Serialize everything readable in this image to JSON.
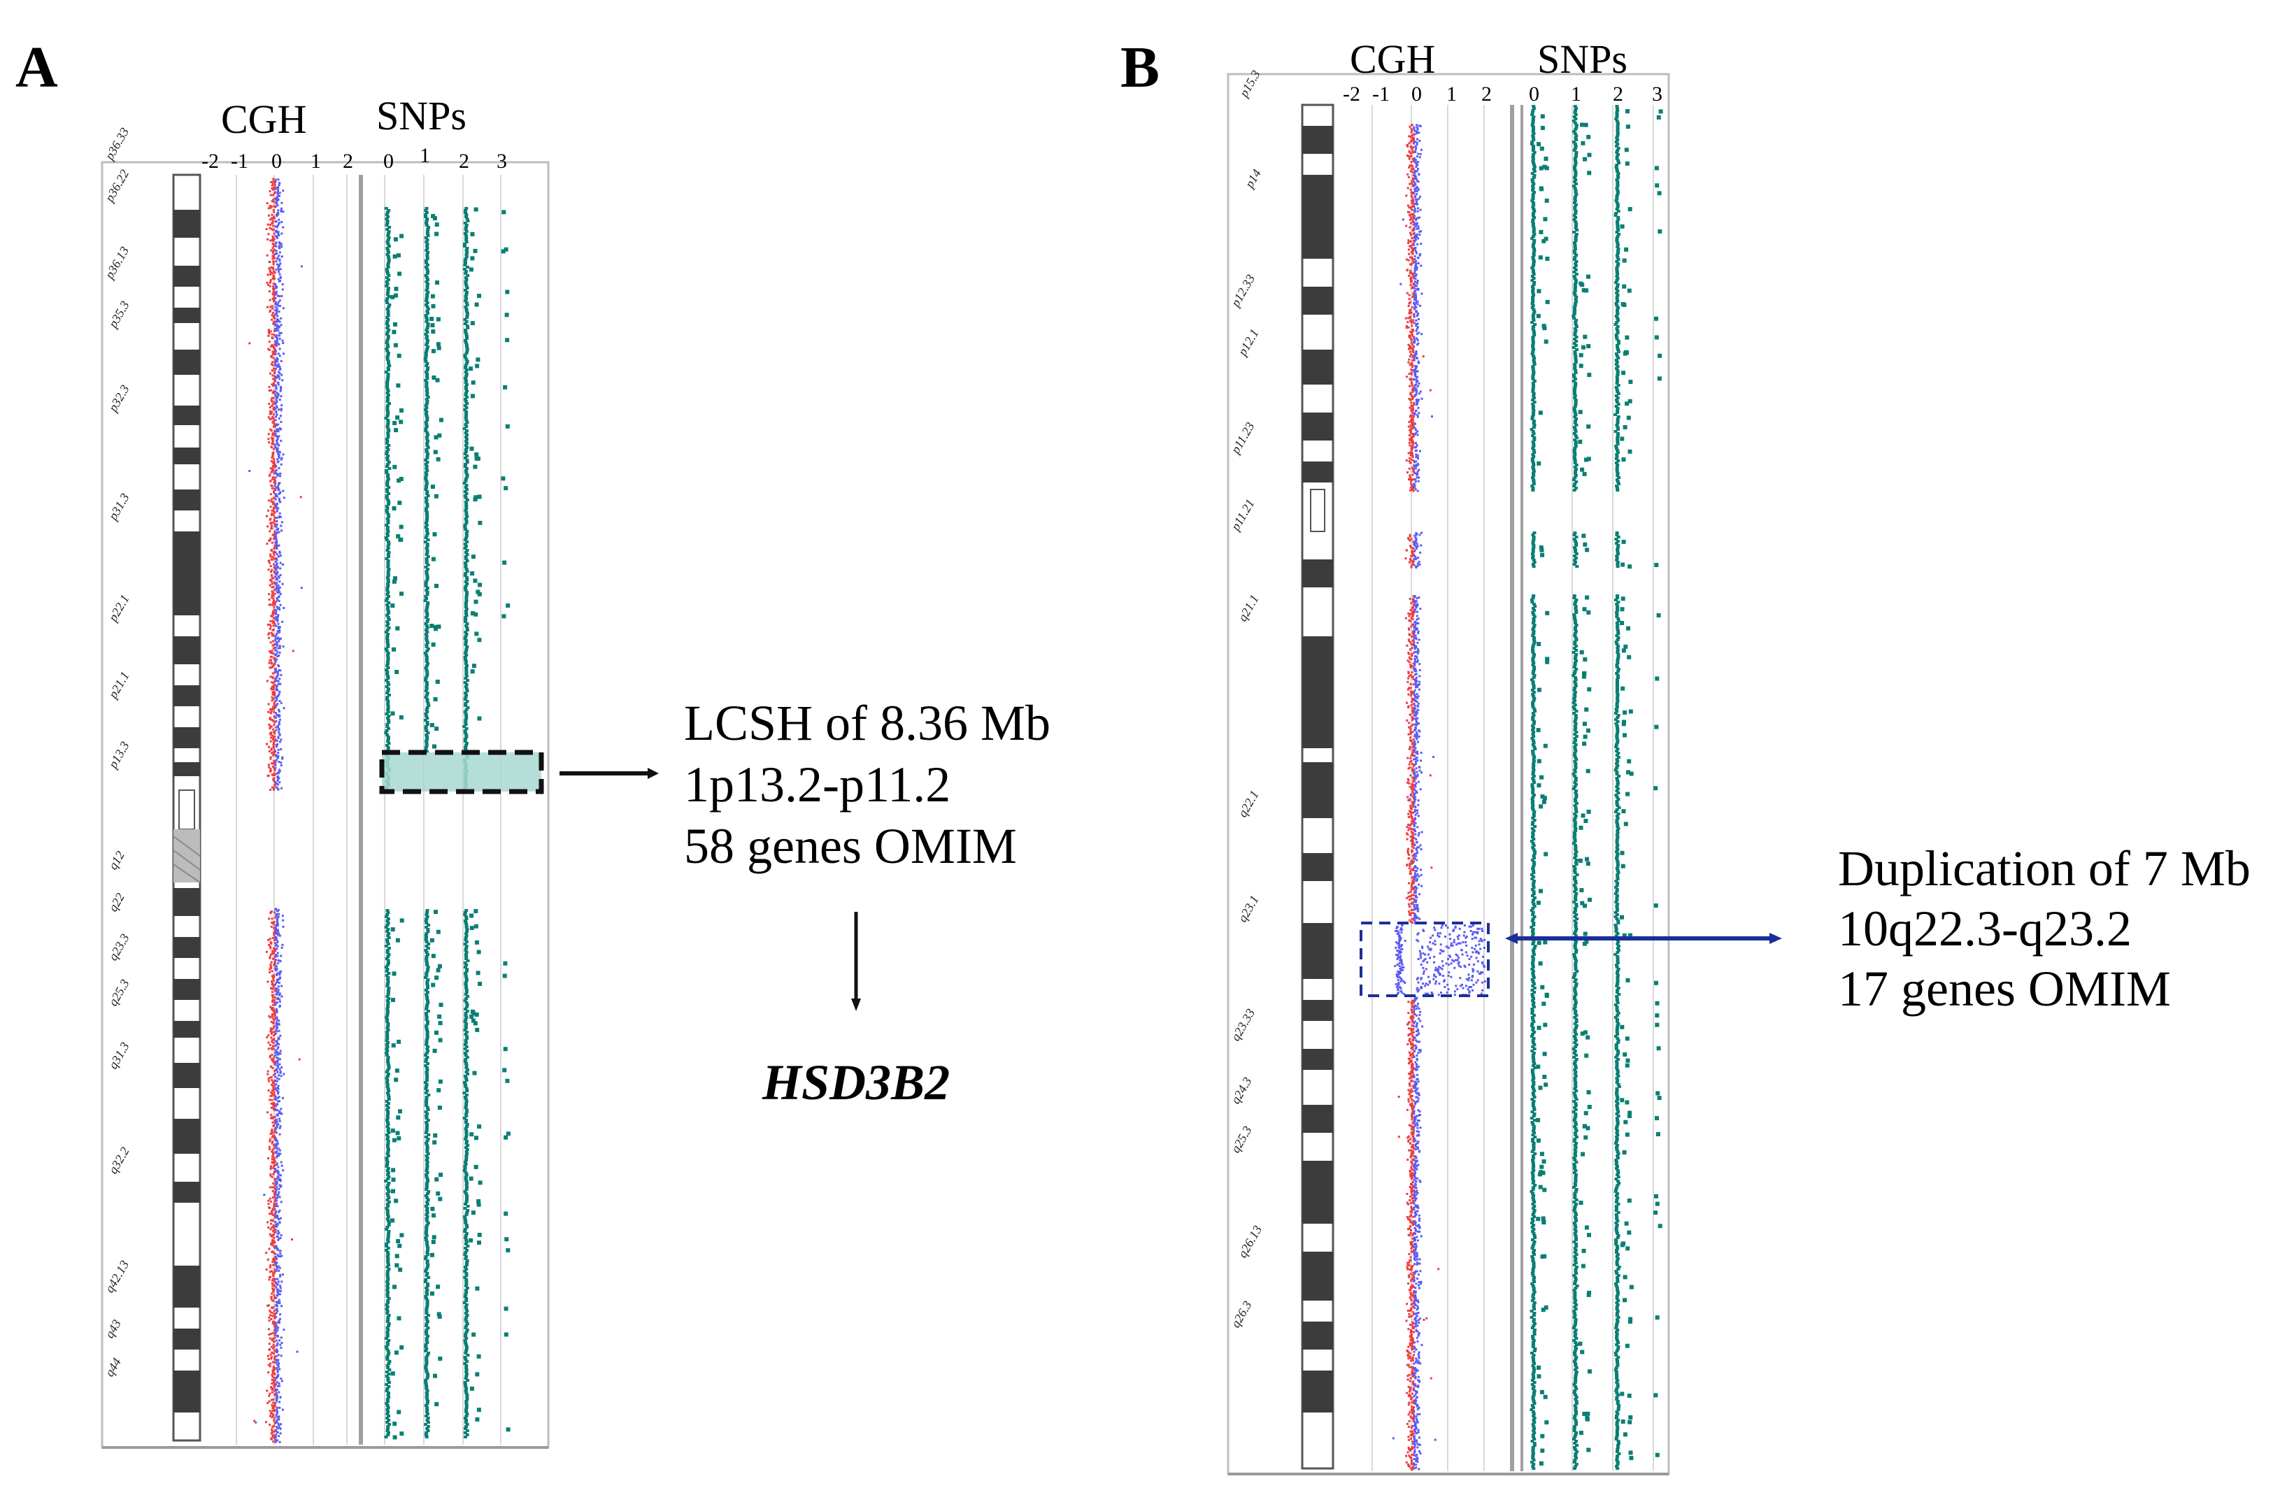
{
  "colors": {
    "cgh_loss": "#f23b3b",
    "cgh_gain": "#5b5bf5",
    "snp": "#0a7f74",
    "lcsh_box": "#a8d8d2",
    "arrow_blue": "#1a2f9a",
    "ideogram_dark": "#3c3c3c"
  },
  "panels": [
    {
      "id": "A",
      "letter": "A",
      "cgh_header": "CGH",
      "snp_header": "SNPs",
      "cgh_ticks": [
        "-2",
        "-1",
        "0",
        "1",
        "2"
      ],
      "snp_ticks": [
        "0",
        "1",
        "2",
        "3"
      ],
      "bands": [
        "p36.33",
        "p36.22",
        "p36.13",
        "p35.3",
        "p32.3",
        "p31.3",
        "p22.1",
        "p21.1",
        "p13.3",
        "q12",
        "q22",
        "q23.3",
        "q25.3",
        "q31.3",
        "q32.2",
        "q42.13",
        "q43",
        "q44"
      ],
      "annotation": {
        "lines": [
          "LCSH of 8.36 Mb",
          "1p13.2-p11.2",
          "58 genes OMIM"
        ],
        "gene": "HSD3B2",
        "icon": "right-arrow-icon"
      }
    },
    {
      "id": "B",
      "letter": "B",
      "cgh_header": "CGH",
      "snp_header": "SNPs",
      "cgh_ticks": [
        "-2",
        "-1",
        "0",
        "1",
        "2"
      ],
      "snp_ticks": [
        "0",
        "1",
        "2",
        "3"
      ],
      "bands": [
        "p15.3",
        "p14",
        "p12.33",
        "p12.1",
        "p11.23",
        "p11.21",
        "q21.1",
        "q22.1",
        "q23.1",
        "q23.33",
        "q24.3",
        "q25.3",
        "q26.13",
        "q26.3"
      ],
      "annotation": {
        "lines": [
          "Duplication of 7 Mb",
          "10q22.3-q23.2",
          "17 genes OMIM"
        ],
        "icon": "double-arrow-icon"
      }
    }
  ]
}
